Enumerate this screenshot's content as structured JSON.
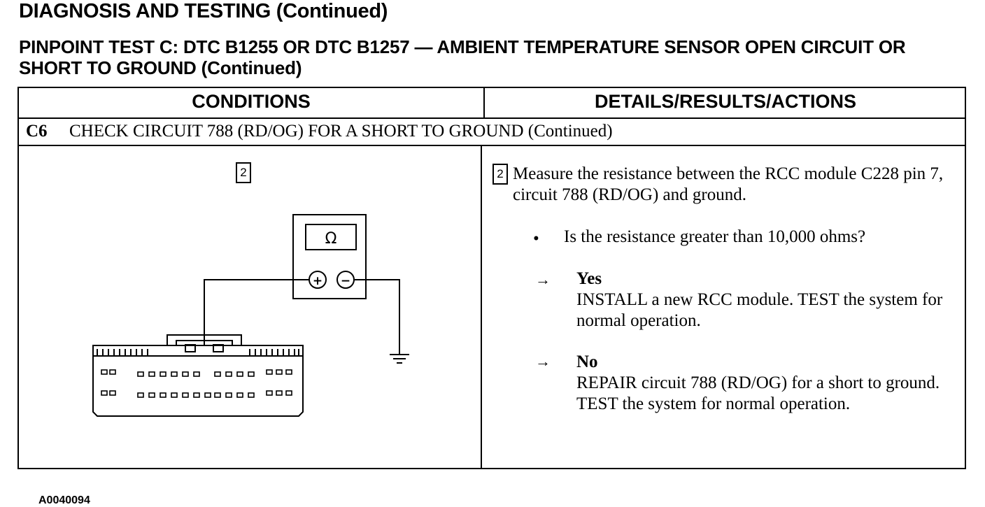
{
  "header": {
    "title": "DIAGNOSIS AND TESTING (Continued)",
    "subtitle": "PINPOINT TEST C: DTC B1255 OR DTC B1257 — AMBIENT TEMPERATURE SENSOR OPEN CIRCUIT OR SHORT TO GROUND (Continued)"
  },
  "table": {
    "col_conditions": "CONDITIONS",
    "col_details": "DETAILS/RESULTS/ACTIONS",
    "step_number": "C6",
    "step_title": "CHECK CIRCUIT 788 (RD/OG) FOR A SHORT TO GROUND (Continued)"
  },
  "conditions": {
    "step_box": "2",
    "meter_symbol": "Ω",
    "meter_plus": "+",
    "meter_minus": "−",
    "figure_id": "A0040094"
  },
  "details": {
    "step_box": "2",
    "instruction": "Measure the resistance between the RCC module C228 pin 7, circuit 788 (RD/OG) and ground.",
    "bullet_marker": "•",
    "question": "Is the resistance greater than 10,000 ohms?",
    "arrow_glyph": "→",
    "yes_label": "Yes",
    "yes_action": "INSTALL a new RCC module. TEST the system for normal operation.",
    "no_label": "No",
    "no_action": "REPAIR circuit 788 (RD/OG) for a short to ground. TEST the system for normal operation."
  }
}
